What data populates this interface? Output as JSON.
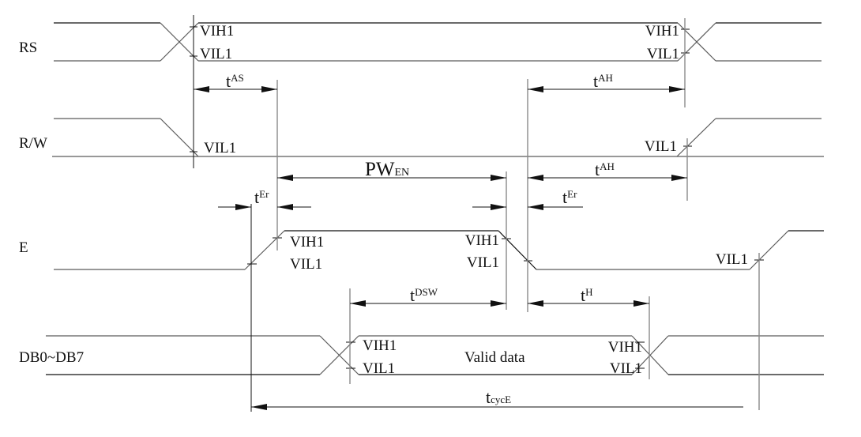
{
  "title": "Write mode timing diagram",
  "signals": {
    "rs": "RS",
    "rw": "R/W",
    "e": "E",
    "db": "DB0~DB7"
  },
  "thresholds": {
    "vih": "VIH1",
    "vil": "VIL1"
  },
  "valid_data": "Valid data",
  "timing": {
    "tas": {
      "main": "t",
      "sub": "AS"
    },
    "tah_rs": {
      "main": "t",
      "sub": "AH"
    },
    "tah_rw": {
      "main": "t",
      "sub": "AH"
    },
    "pwen": {
      "main": "PW",
      "sub": "EN"
    },
    "ter_rise": {
      "main": "t",
      "sub": "Er"
    },
    "ter_fall": {
      "main": "t",
      "sub": "Er"
    },
    "tdsw": {
      "main": "t",
      "sub": "DSW"
    },
    "th": {
      "main": "t",
      "sub": "H"
    },
    "tcyce": {
      "main": "t",
      "sub": "cycE"
    }
  }
}
